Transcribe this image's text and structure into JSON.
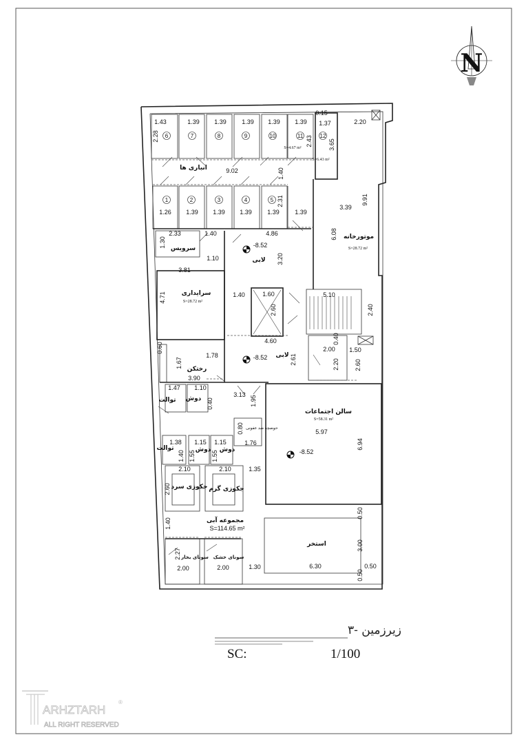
{
  "drawing": {
    "title": "زیرزمین -۳",
    "scale_label": "SC:",
    "scale_value": "1/100",
    "north_label": "N",
    "logo_name": "ARHZTARH",
    "logo_sub": "ALL RIGHT RESERVED",
    "logo_mark": "®"
  },
  "rooms": {
    "storages": "انباری ها",
    "service": "سرویس",
    "lobby1": "لابی",
    "lobby2": "لابی",
    "engine_room": "موتورخانه",
    "caretaker": "سرایداری",
    "changing_room": "رختکن",
    "toilet1": "توالت",
    "toilet2": "توالت",
    "shower1": "دوش",
    "shower2": "دوش",
    "shower3": "دوش",
    "hall": "سالن اجتماعات",
    "footbath": "حوضچه ضد عفونی",
    "cold_jacuzzi": "جکوزی سرد",
    "hot_jacuzzi": "جکوزی گرم",
    "water_complex": "مجموعه آبی",
    "steam_sauna": "سونای بخار",
    "dry_sauna": "سونای خشک",
    "pool": "استخر"
  },
  "areas": {
    "storage11": "S=4.67 m²",
    "storage12": "S=6.43 m²",
    "engine_room": "S=28.72 m²",
    "caretaker": "S=28.72 m²",
    "hall": "S=58.31 m²",
    "water_complex": "S=114.65 m²"
  },
  "levels": [
    "-8.52",
    "-8.52",
    "-8.52"
  ],
  "storage_numbers": [
    "1",
    "2",
    "3",
    "4",
    "5",
    "6",
    "7",
    "8",
    "9",
    "10",
    "11",
    "12"
  ],
  "dims": [
    "1.43",
    "1.39",
    "1.39",
    "1.39",
    "1.39",
    "1.39",
    "0.15",
    "1.37",
    "2.20",
    "2.28",
    "2.43",
    "3.65",
    "9.02",
    "1.40",
    "2.31",
    "1.26",
    "1.39",
    "1.39",
    "1.39",
    "1.39",
    "1.39",
    "3.39",
    "9.91",
    "2.33",
    "1.40",
    "4.86",
    "1.30",
    "3.20",
    "6.08",
    "1.10",
    "3.81",
    "4.71",
    "1.40",
    "1.60",
    "2.60",
    "5.10",
    "2.40",
    "4.60",
    "0.60",
    "0.40",
    "2.00",
    "1.50",
    "1.78",
    "2.61",
    "2.20",
    "2.60",
    "1.67",
    "3.90",
    "1.47",
    "1.10",
    "0.40",
    "3.13",
    "1.95",
    "0.80",
    "5.97",
    "1.38",
    "1.15",
    "1.15",
    "1.76",
    "6.94",
    "1.40",
    "1.55",
    "1.55",
    "2.10",
    "2.10",
    "1.35",
    "2.60",
    "0.50",
    "1.40",
    "3.00",
    "2.27",
    "2.00",
    "2.00",
    "1.30",
    "6.30",
    "0.50",
    "0.50"
  ]
}
